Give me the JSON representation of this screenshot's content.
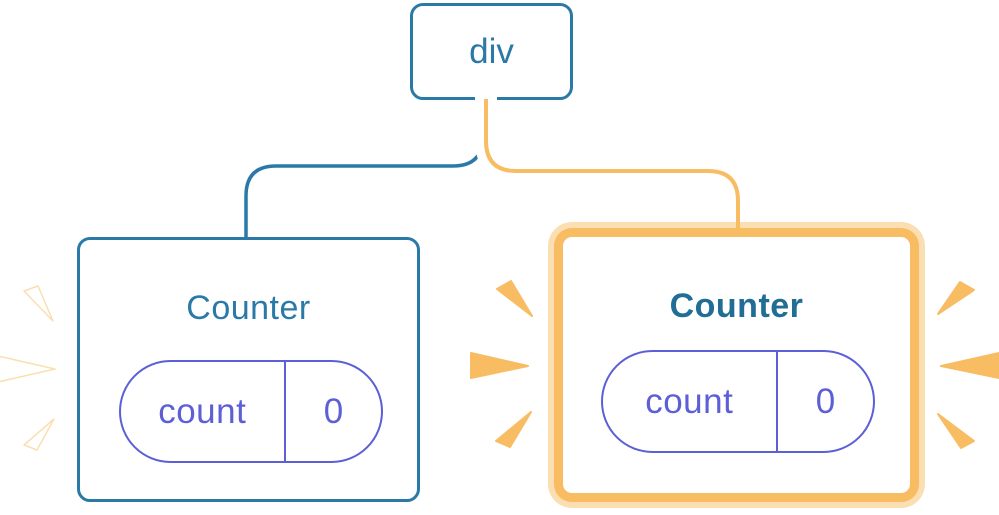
{
  "diagram": {
    "root_node": {
      "label": "div"
    },
    "left_counter": {
      "title": "Counter",
      "state_key": "count",
      "state_value": "0",
      "highlighted": false
    },
    "right_counter": {
      "title": "Counter",
      "state_key": "count",
      "state_value": "0",
      "highlighted": true
    }
  },
  "icons": {
    "left_bursts": "burst-icon (white flash marks, 3x around left card)",
    "right_bursts": "burst-icon (orange flash marks, 6x around right card)"
  },
  "colors": {
    "blue": "#2b79a7",
    "dark_blue": "#216d95",
    "purple": "#5c5fd6",
    "orange": "#f8bc63",
    "cream": "#fbdfb2",
    "white": "#ffffff"
  }
}
